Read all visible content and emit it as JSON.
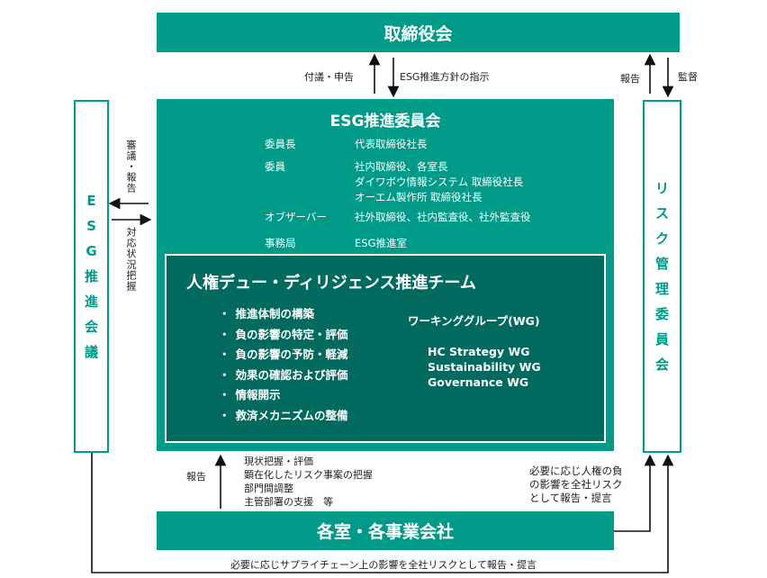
{
  "board": {
    "title": "取締役会"
  },
  "arrows": {
    "submit": "付議・申告",
    "direction": "ESG推進方針の指示",
    "report_right": "報告",
    "supervise": "監督"
  },
  "committee": {
    "title": "ESG推進委員会",
    "rows": [
      {
        "role": "委員長",
        "members": [
          "代表取締役社長"
        ]
      },
      {
        "role": "委員",
        "members": [
          "社内取締役、各室長",
          "ダイワボウ情報システム 取締役社長",
          "オーエム製作所 取締役社長"
        ]
      },
      {
        "role": "オブザーバー",
        "members": [
          "社外取締役、社内監査役、社外監査役"
        ]
      },
      {
        "role": "事務局",
        "members": [
          "ESG推進室"
        ]
      }
    ]
  },
  "team": {
    "title": "人権デュー・ディリジェンス推進チーム",
    "items": [
      "推進体制の構築",
      "負の影響の特定・評価",
      "負の影響の予防・軽減",
      "効果の確認および評価",
      "情報開示",
      "救済メカニズムの整備"
    ],
    "bullet": "・",
    "wg_title": "ワーキンググループ(WG)",
    "wgs": [
      "HC Strategy WG",
      "Sustainability WG",
      "Governance WG"
    ]
  },
  "esg_meeting": {
    "chars": [
      "E",
      "S",
      "G",
      "推",
      "進",
      "会",
      "議"
    ]
  },
  "risk_committee": {
    "chars": [
      "リ",
      "ス",
      "ク",
      "管",
      "理",
      "委",
      "員",
      "会"
    ]
  },
  "side_labels": {
    "deliberate": "審議・報告",
    "grasp": "対応状況把握"
  },
  "bottom": {
    "title": "各室・各事業会社",
    "report": "報告",
    "tasks": [
      "現状把握・評価",
      "顕在化したリスク事案の把握",
      "部門間調整",
      "主管部署の支援　等"
    ],
    "right_note": [
      "必要に応じ人権の負",
      "の影響を全社リスク",
      "として報告・提言"
    ],
    "bottom_note": "必要に応じサプライチェーン上の影響を全社リスクとして報告・提言"
  }
}
